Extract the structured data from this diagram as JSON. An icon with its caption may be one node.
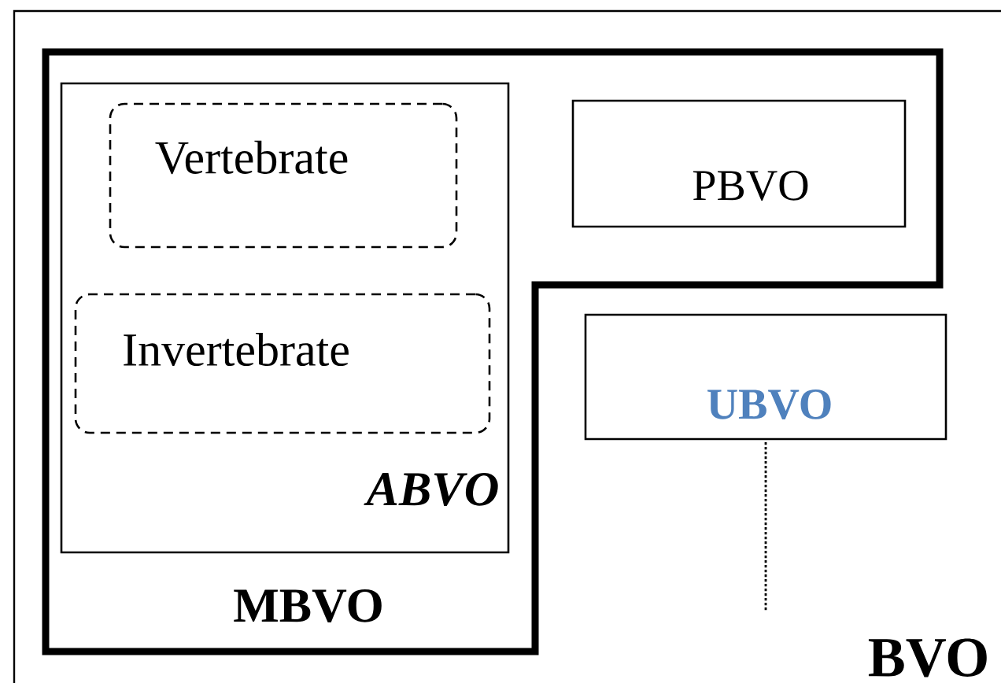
{
  "diagram": {
    "nodes": [
      {
        "text": [
          "BVO"
        ]
      },
      {
        "text": [
          "MBVO"
        ],
        "in": 0
      },
      {
        "text": [
          "ABVO"
        ],
        "in": 1
      },
      {
        "text": [
          "Vertebrate"
        ],
        "in": 2
      },
      {
        "text": [
          "Invertebrate"
        ],
        "in": 2
      },
      {
        "text": [
          "PBVO"
        ],
        "in": 1
      },
      {
        "text": [
          "UBVO"
        ],
        "in": 0
      }
    ],
    "edges": [
      {
        "from": null,
        "to": 6,
        "arrow": "none",
        "style": "dashed"
      }
    ]
  }
}
